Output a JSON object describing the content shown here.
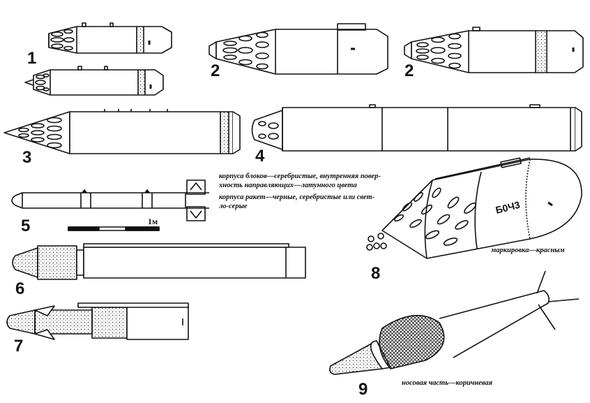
{
  "labels": {
    "n1": "1",
    "n2a": "2",
    "n2b": "2",
    "n3": "3",
    "n4": "4",
    "n5": "5",
    "n6": "6",
    "n7": "7",
    "n8": "8",
    "n9": "9"
  },
  "notes": {
    "line1": "корпуса блоков—серебристые, внутренняя повер-",
    "line2": "хность направляющих—латунного цвета",
    "line3": "корпуса ракет—черные, серебристые или свет-",
    "line4": "ло-серые",
    "marking": "маркировка—красным",
    "nose": "носовая часть—коричневая"
  },
  "scale": {
    "label": "1м"
  },
  "pod_marking": "Б0Ч3",
  "colors": {
    "ink": "#111111",
    "paper": "#ffffff"
  }
}
